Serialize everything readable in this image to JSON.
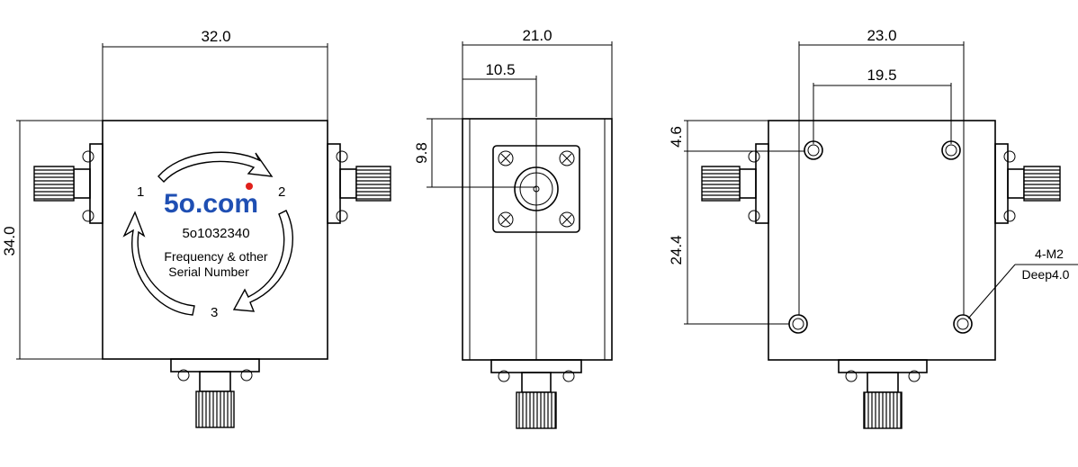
{
  "front_view": {
    "width_dim": "32.0",
    "height_dim": "34.0",
    "port_labels": [
      "1",
      "2",
      "3"
    ],
    "logo_text": "5o.com",
    "part_number": "5o1032340",
    "note_line1": "Frequency & other",
    "note_line2": "Serial Number",
    "logo_color": "#1f4fb3",
    "logo_dot_color": "#e0201b"
  },
  "side_view": {
    "width_dim": "21.0",
    "half_dim": "10.5",
    "height_dim": "9.8"
  },
  "back_view": {
    "width_dim": "23.0",
    "hole_span_dim": "19.5",
    "top_offset_dim": "4.6",
    "hole_vertical_dim": "24.4",
    "hole_callout_line1": "4-M2",
    "hole_callout_line2": "Deep4.0"
  }
}
